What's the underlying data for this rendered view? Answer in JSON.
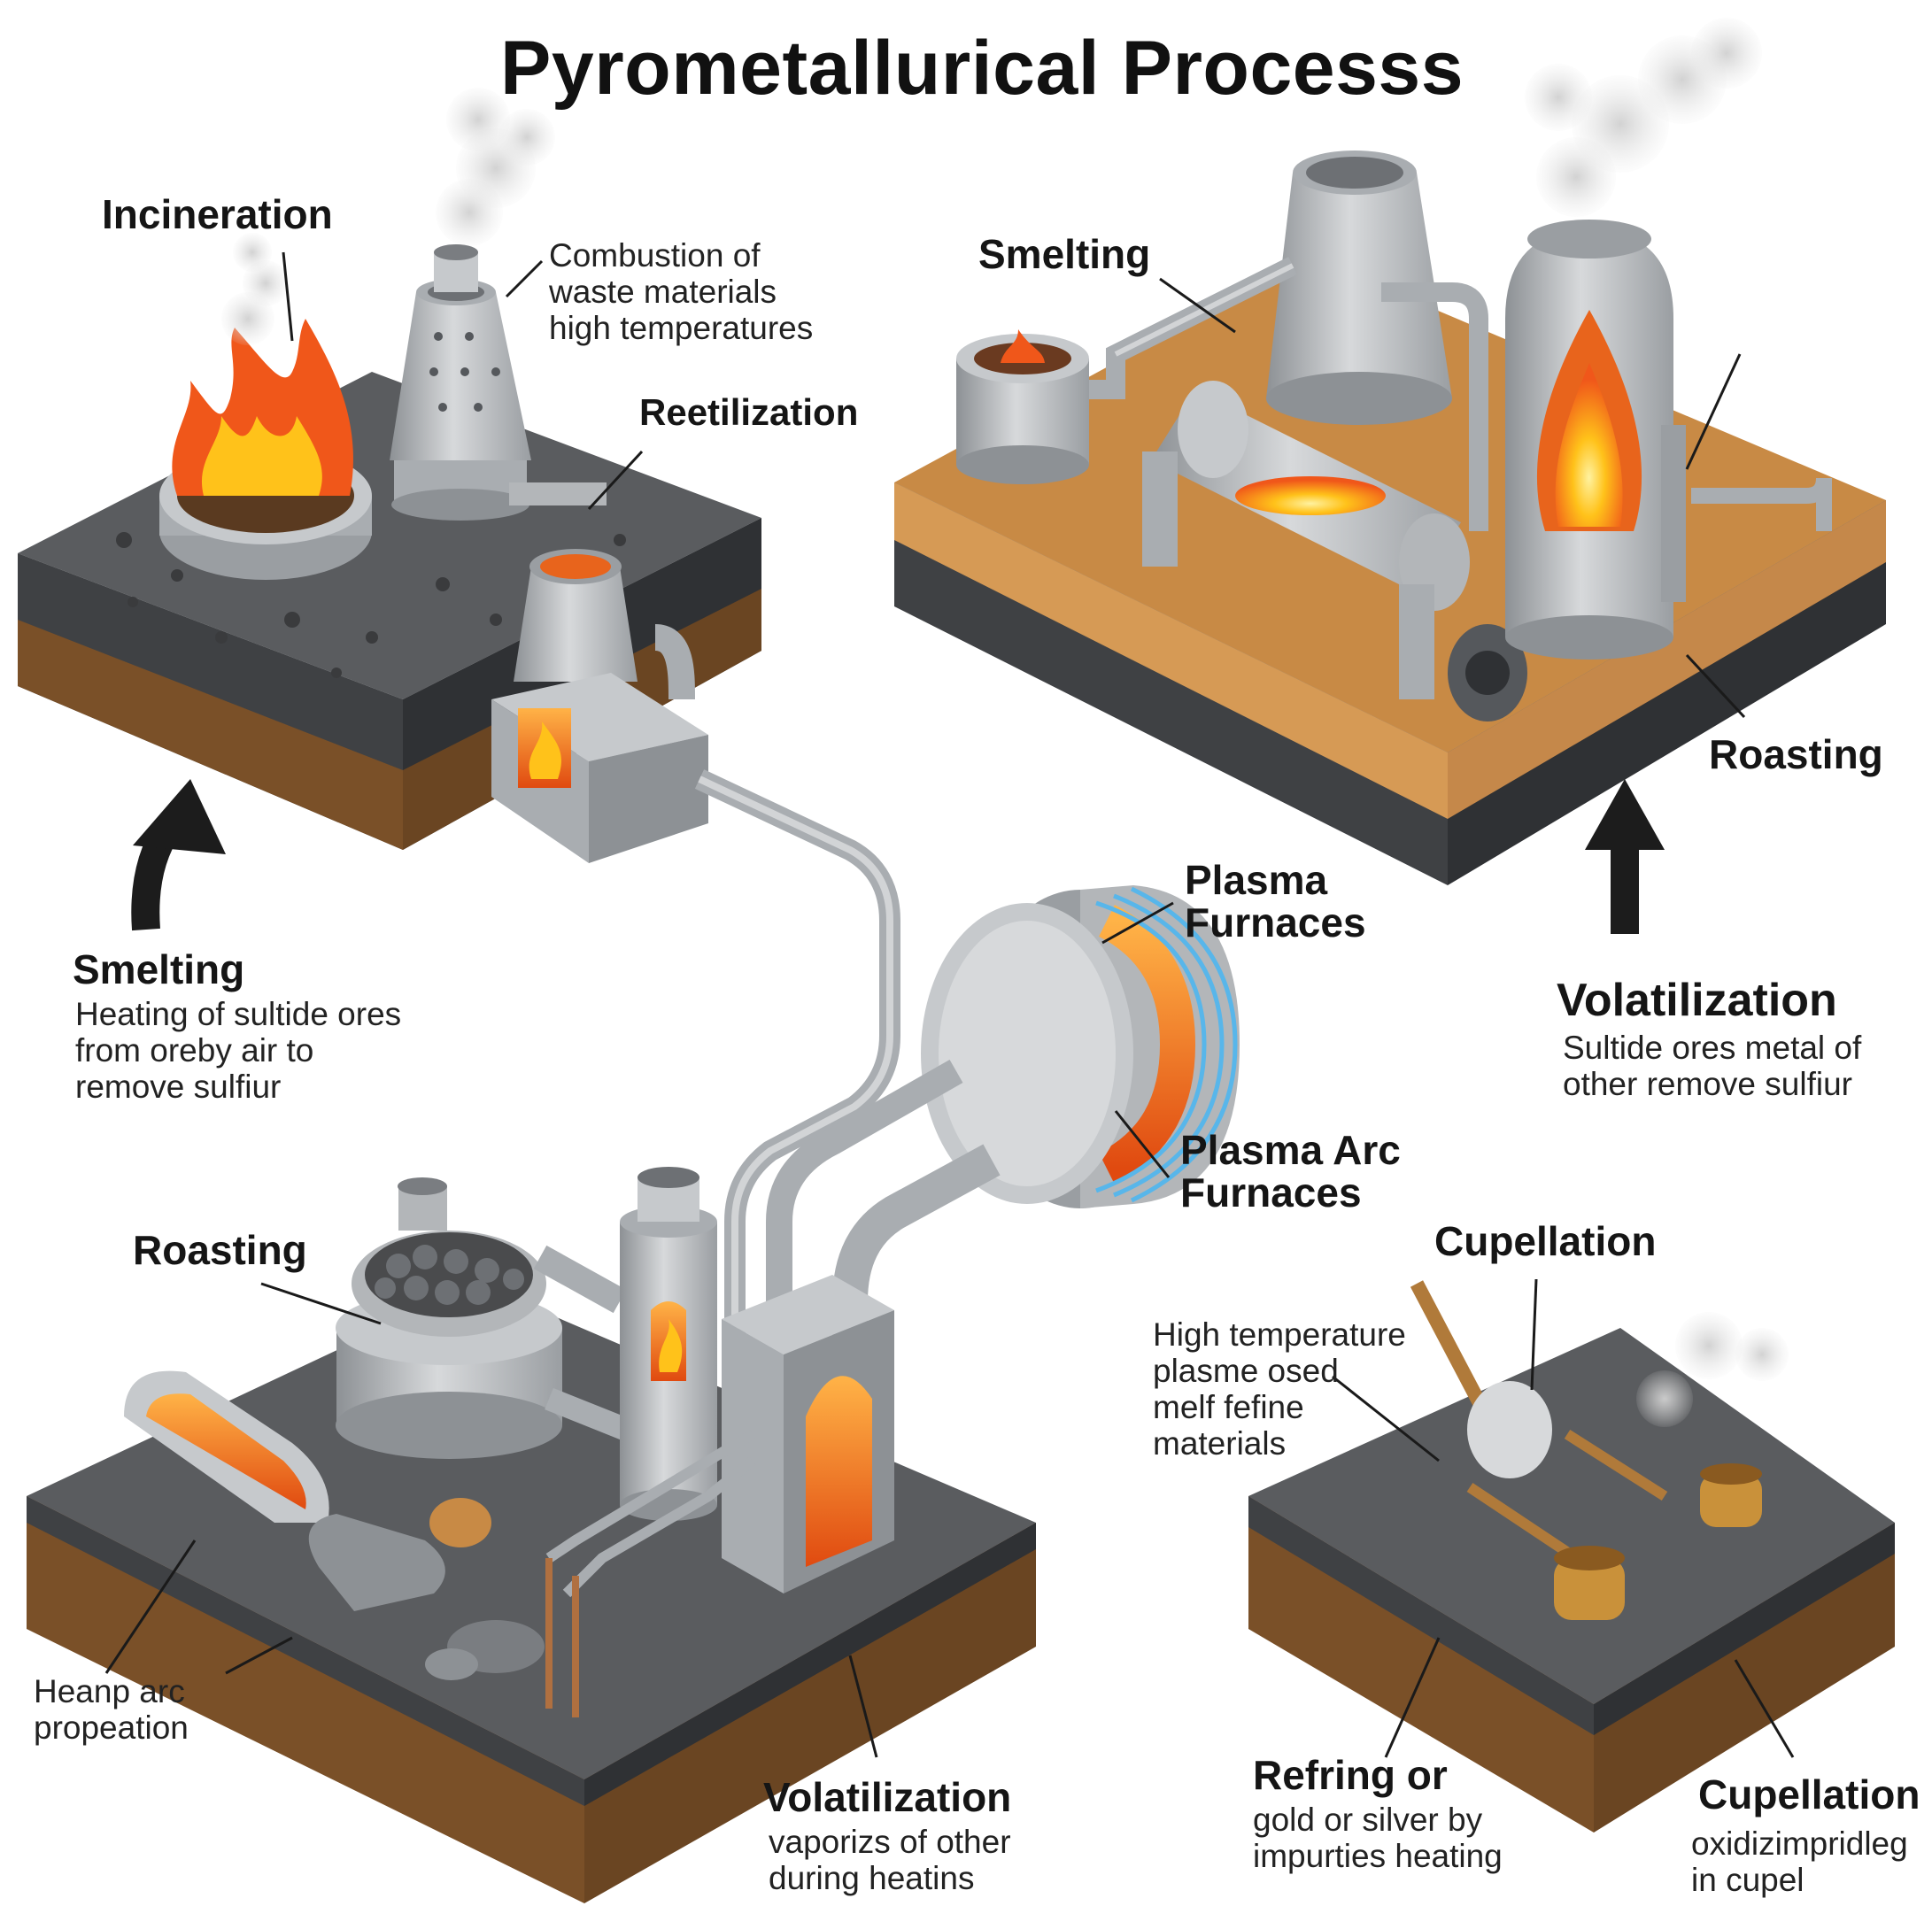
{
  "title": "Pyrometallurical Processs",
  "labels": {
    "incineration": "Incineration",
    "incineration_desc": [
      "Combustion of",
      "waste materials",
      "high temperatures"
    ],
    "reetilization": "Reetilization",
    "smelting_top": "Smelting",
    "roasting_top": "Roasting",
    "plasma_furnaces": [
      "Plasma",
      "Furnaces"
    ],
    "plasma_arc": [
      "Plasma Arc",
      "Furnaces"
    ],
    "smelting_left": "Smelting",
    "smelting_left_desc": [
      "Heating of sultide ores",
      "from oreby air to",
      "remove sulfiur"
    ],
    "volatilization_right": "Volatilization",
    "volatilization_right_desc": [
      "Sultide ores metal of",
      "other remove sulfiur"
    ],
    "roasting_bottom": "Roasting",
    "heanp_desc": [
      "Heanp arc",
      "propeation"
    ],
    "volatilization_bottom": "Volatilization",
    "volatilization_bottom_desc": [
      "vaporizs of other",
      "during heatins"
    ],
    "cupellation_top": "Cupellation",
    "high_temp_desc": [
      "High temperature",
      "plasme osed",
      "melf fefine",
      "materials"
    ],
    "refring": "Refring or",
    "refring_desc": [
      "gold or silver by",
      "impurties heating"
    ],
    "cupellation_bottom": "Cupellation",
    "cupellation_bottom_desc": [
      "oxidizimpridleg",
      "in cupel"
    ]
  },
  "colors": {
    "steel": "#b9bcbf",
    "steel_dark": "#8d9195",
    "slab_top": "#5a5c5f",
    "slab_side": "#3f4144",
    "soil": "#8a5a2e",
    "sand_top": "#c88a45",
    "flame_outer": "#f0571a",
    "flame_inner": "#ffc21a",
    "arrow": "#1c1c1c",
    "coil": "#58b6ea"
  },
  "icons": [
    "flame-icon",
    "smoke-icon",
    "arrow-up-icon"
  ]
}
